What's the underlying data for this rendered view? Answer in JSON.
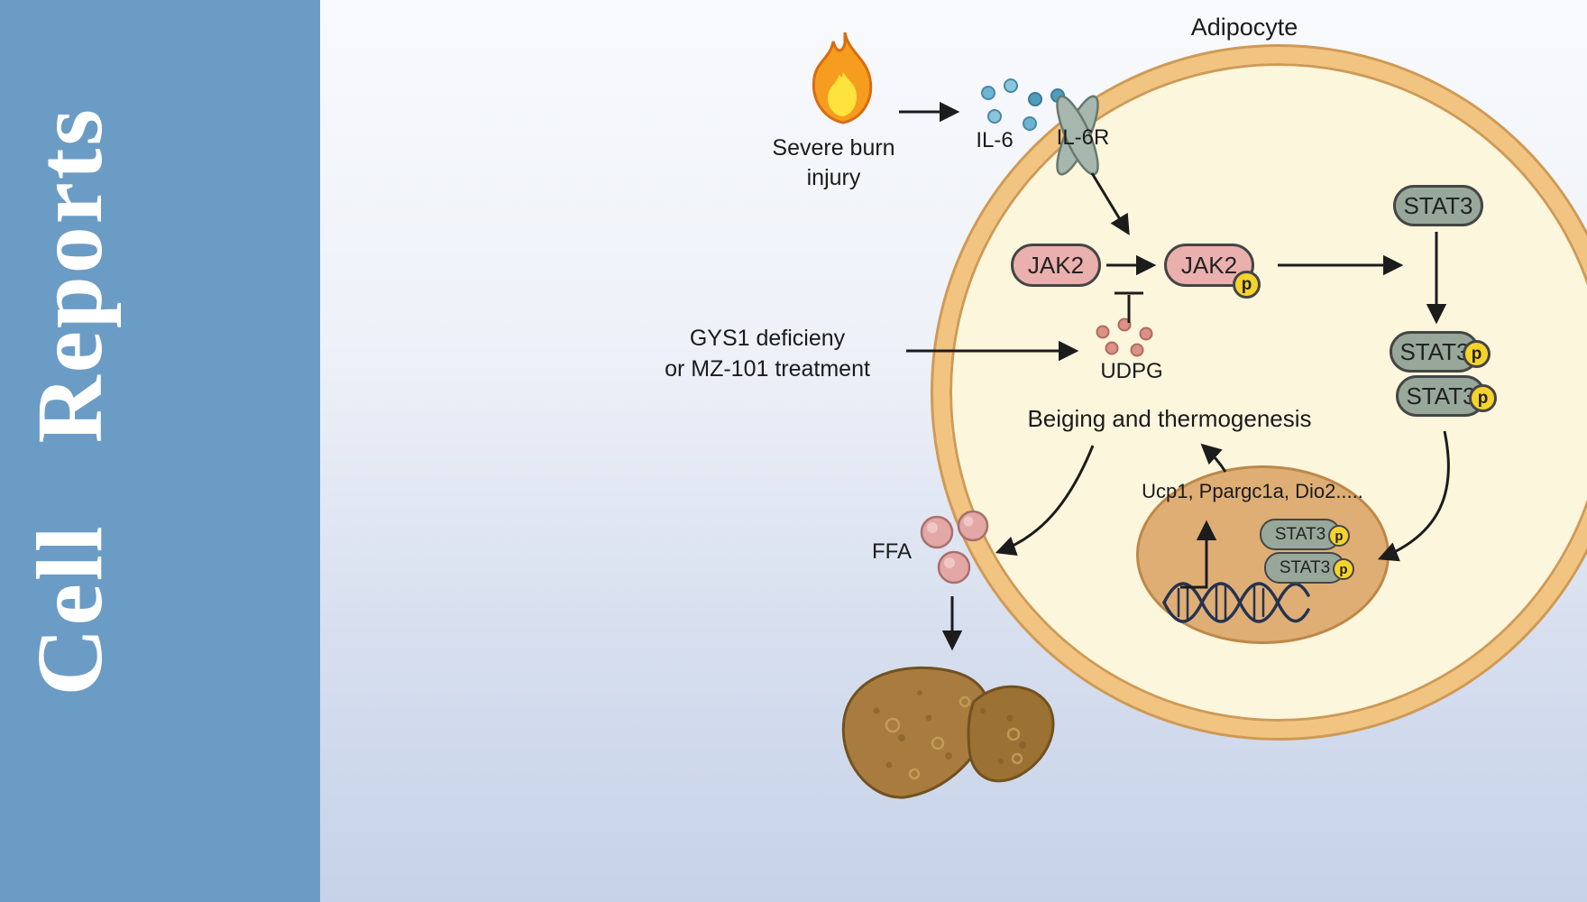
{
  "sidebar": {
    "journal": "Cell Reports"
  },
  "title": "Adipocyte",
  "pathway": {
    "burn_line1": "Severe burn",
    "burn_line2": "injury",
    "il6": "IL-6",
    "il6r": "IL-6R",
    "jak2": "JAK2",
    "phospho": "p",
    "stat3": "STAT3",
    "treatment_line1": "GYS1 deficieny",
    "treatment_line2": "or MZ-101 treatment",
    "udpg": "UDPG",
    "beiging": "Beiging and thermogenesis",
    "target_genes": "Ucp1, Ppargc1a, Dio2.....",
    "ffa": "FFA"
  },
  "colors": {
    "sidebar_blue": "#6b9cc5",
    "membrane": "#f2c481",
    "membrane_outline": "#cf9a55",
    "cytoplasm": "#fcf6dd",
    "nucleus": "#dfae74",
    "jak2_fill": "#eab0ae",
    "stat3_fill": "#97a89a",
    "phospho_yellow": "#f6d32c",
    "il6_blue": "#6fb4d2",
    "udpg_red": "#db9186",
    "ffa_pink": "#e3a7a5",
    "flame_orange": "#f69d1f",
    "liver_brown": "#a87c3e"
  }
}
